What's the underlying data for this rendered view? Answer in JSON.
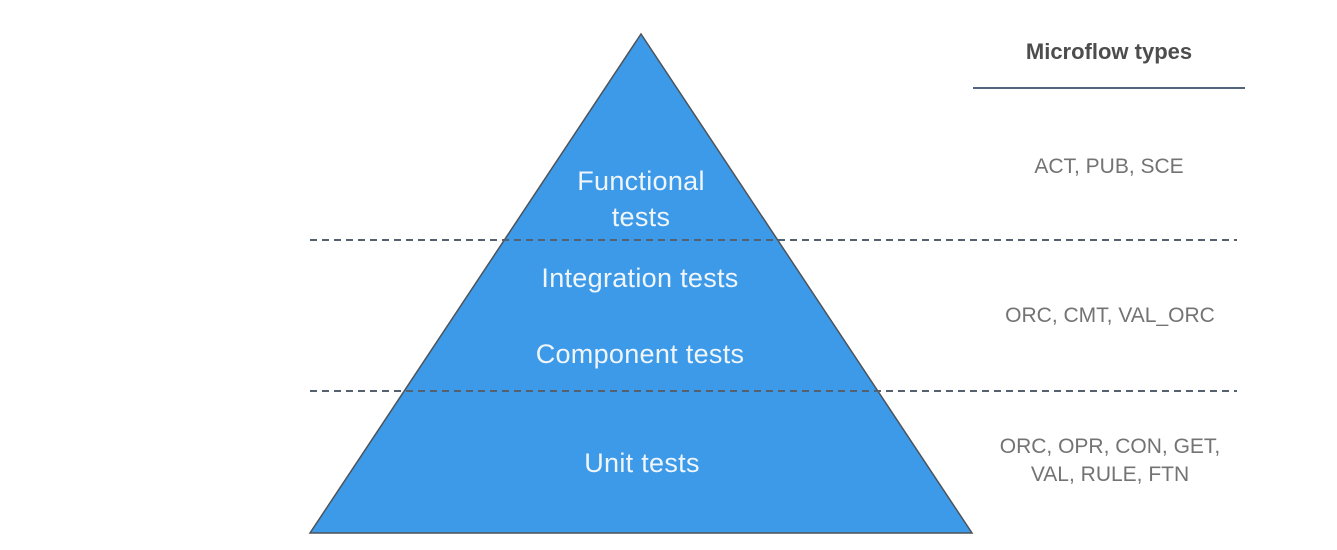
{
  "diagram": {
    "pyramid": {
      "functional_label": "Functional\ntests",
      "integration_label": "Integration tests",
      "component_label": "Component tests",
      "unit_label": "Unit tests"
    },
    "microflow": {
      "header": "Microflow types",
      "functional_types": "ACT, PUB, SCE",
      "integration_component_types": "ORC, CMT, VAL_ORC",
      "unit_types": "ORC, OPR, CON, GET,\nVAL, RULE, FTN"
    }
  },
  "colors": {
    "pyramid_fill": "#3d9ae8",
    "pyramid_stroke": "#4d5359",
    "pyramid_text": "#f0f5fa",
    "divider_line": "#55616e",
    "header_underline": "#55647d",
    "header_text": "#4d4d4d",
    "types_text": "#737373"
  }
}
